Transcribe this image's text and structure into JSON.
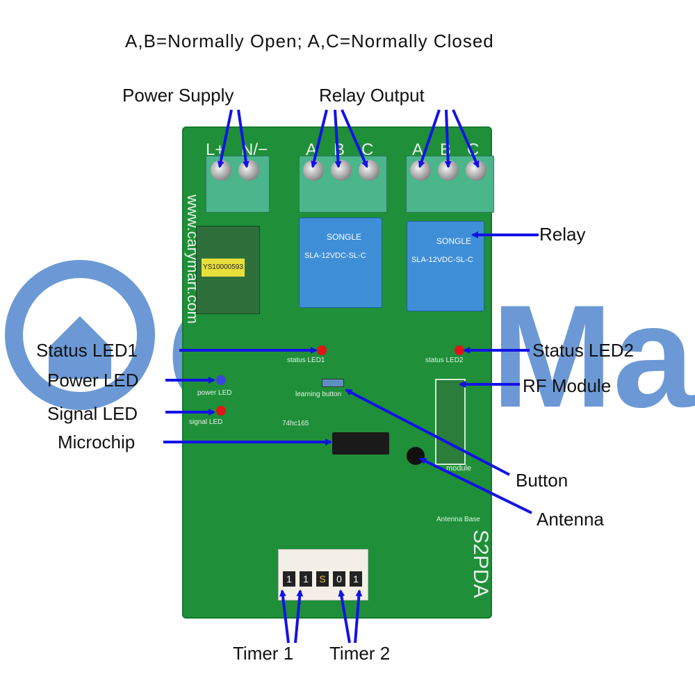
{
  "header": {
    "caption": "A,B=Normally Open; A,C=Normally Closed"
  },
  "labels": {
    "power_supply": "Power Supply",
    "relay_output": "Relay Output",
    "relay": "Relay",
    "status_led1": "Status LED1",
    "status_led2": "Status LED2",
    "power_led": "Power LED",
    "rf_module": "RF Module",
    "signal_led": "Signal LED",
    "microchip": "Microchip",
    "button": "Button",
    "antenna": "Antenna",
    "timer1": "Timer 1",
    "timer2": "Timer 2"
  },
  "board": {
    "terminal_power": [
      "L+",
      "N/−"
    ],
    "terminal_relay1": [
      "A",
      "B",
      "C"
    ],
    "terminal_relay2": [
      "A",
      "B",
      "C"
    ],
    "website": "www.carymart.com",
    "model": "S2PDA",
    "relay_brand": "SONGLE",
    "relay_model": "SLA-12VDC-SL-C",
    "power_module_code": "YS10000593",
    "silk_status_led1": "status LED1",
    "silk_status_led2": "status LED2",
    "silk_power_led": "power LED",
    "silk_signal_led": "signal LED",
    "silk_learning_button": "learning button",
    "silk_module": "module",
    "silk_antenna_base": "Antenna Base",
    "silk_chip": "74hc165",
    "dip_values": [
      "1",
      "1",
      "S",
      "0",
      "1"
    ]
  },
  "watermark": {
    "text": "CaryMart",
    "color": "#3b78c9"
  },
  "colors": {
    "arrow": "#1212e6",
    "pcb": "#1f8f3a",
    "terminal": "#4bb58b",
    "relay": "#3f8ed8",
    "led": "#e01515"
  }
}
